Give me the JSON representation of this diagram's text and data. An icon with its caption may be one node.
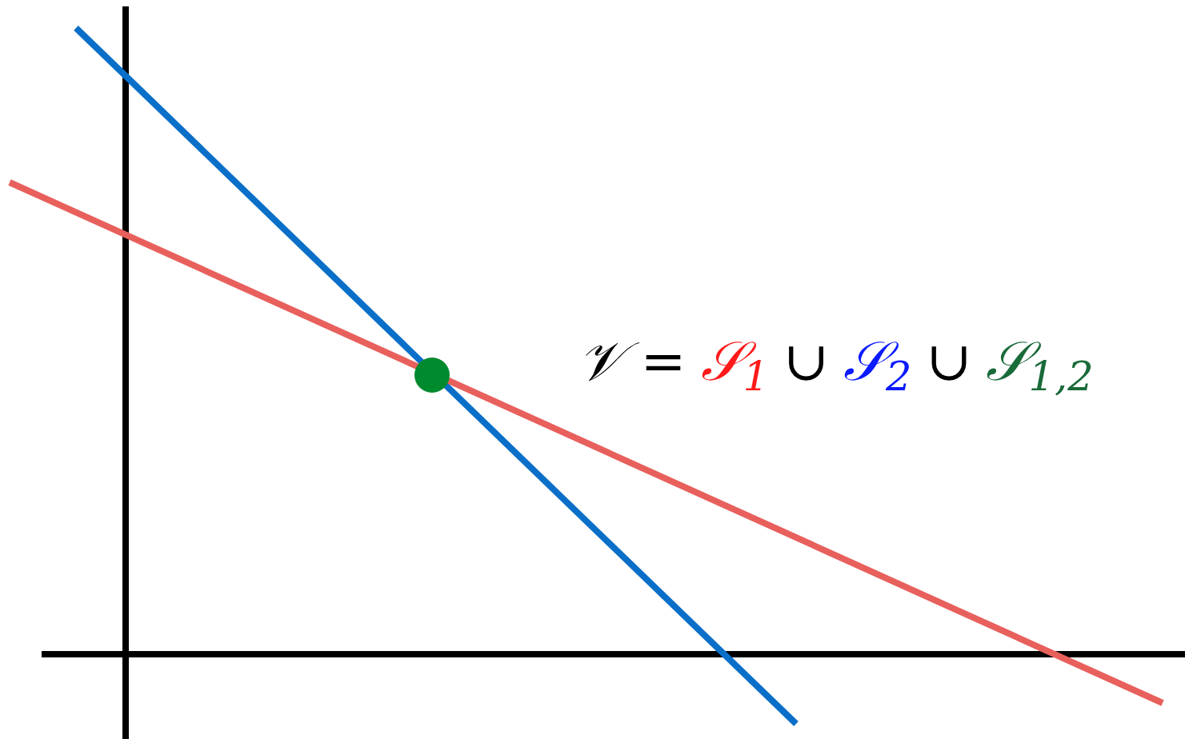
{
  "diagram": {
    "labels": [
      "𝒱 =",
      "𝒮$_{1}$",
      "∪",
      "𝒮$_{2}$",
      "∪",
      "𝒮$_{1,2}$"
    ]
  }
}
